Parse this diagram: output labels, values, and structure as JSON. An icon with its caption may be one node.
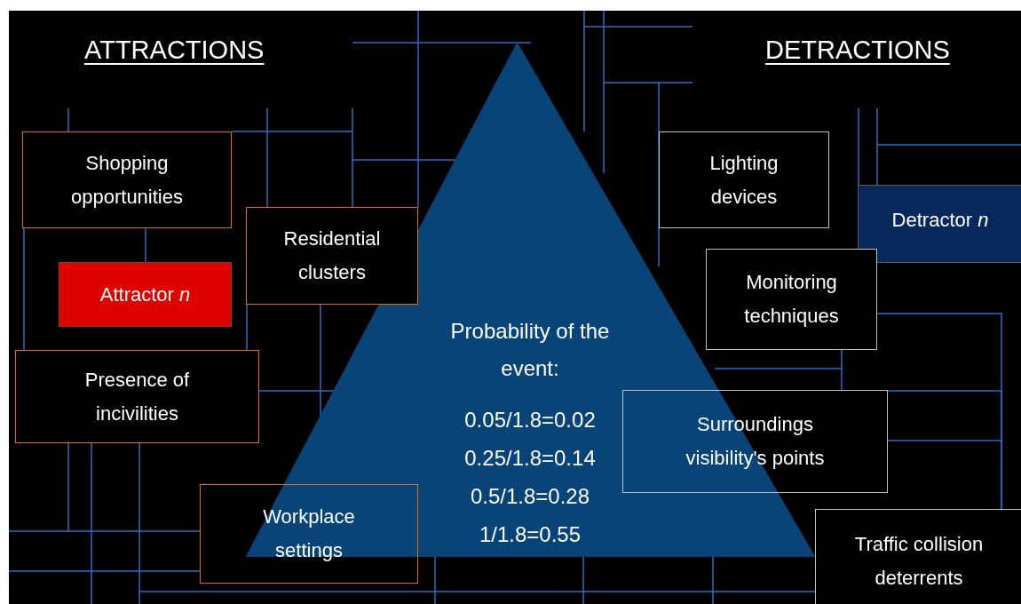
{
  "diagram": {
    "nodes": [
      {
        "text": [
          "Shopping opportunities"
        ]
      },
      {
        "text": [
          "Attractor *n*"
        ]
      },
      {
        "text": [
          "Residential clusters"
        ]
      },
      {
        "text": [
          "Presence of incivilities"
        ]
      },
      {
        "text": [
          "Workplace settings"
        ]
      },
      {
        "text": [
          "Probability of the event:",
          "0.05/1.8=0.02",
          "0.25/1.8=0.14",
          "0.5/1.8=0.28",
          "1/1.8=0.55"
        ]
      },
      {
        "text": [
          "Lighting devices"
        ]
      },
      {
        "text": [
          "Detractor *n*"
        ]
      },
      {
        "text": [
          "Monitoring techniques"
        ]
      },
      {
        "text": [
          "Surroundings visibility's points"
        ]
      },
      {
        "text": [
          "Traffic collision deterrents"
        ]
      }
    ],
    "edges": [
      {
        "from": 0,
        "to": 1,
        "arrow": "none"
      },
      {
        "from": 0,
        "to": 3,
        "arrow": "none"
      },
      {
        "from": 2,
        "to": 3,
        "arrow": "none"
      },
      {
        "from": 8,
        "to": 9,
        "arrow": "none"
      },
      {
        "from": 8,
        "to": 10,
        "arrow": "none"
      },
      {
        "from": 9,
        "to": 10,
        "arrow": "none"
      }
    ],
    "labels": [
      "ATTRACTIONS",
      "DETRACTIONS"
    ]
  }
}
